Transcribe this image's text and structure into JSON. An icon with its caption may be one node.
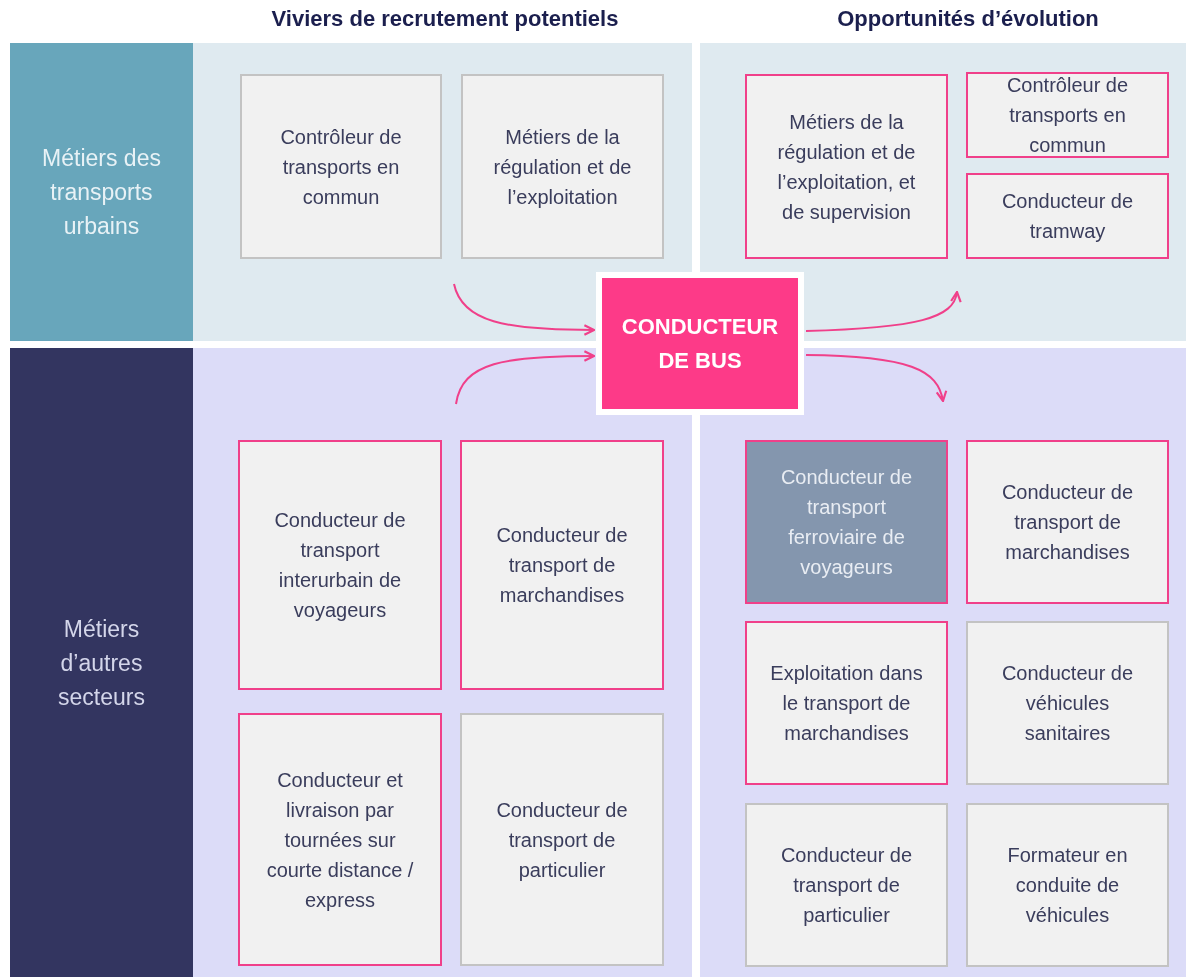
{
  "diagram": {
    "nodes": [
      {
        "text": [
          "Métiers des transports urbains"
        ]
      },
      {
        "text": [],
        "shape": "box"
      },
      {
        "text": [
          "Contrôleur de transports en commun"
        ],
        "in": 1
      },
      {
        "text": [
          "Métiers de la régulation et de l’exploitation"
        ],
        "in": 1
      },
      {
        "text": [],
        "shape": "box"
      },
      {
        "text": [
          "Métiers de la régulation et de l’exploitation, et de supervision"
        ],
        "in": 4
      },
      {
        "text": [
          "Contrôleur de transports en commun"
        ],
        "in": 4
      },
      {
        "text": [
          "Conducteur de tramway"
        ],
        "in": 4
      },
      {
        "text": [
          "CONDUCTEUR DE BUS"
        ]
      },
      {
        "text": [
          "Métiers d’autres secteurs"
        ]
      },
      {
        "text": [],
        "shape": "box"
      },
      {
        "text": [
          "Conducteur de transport interurbain de voyageurs"
        ],
        "in": 10
      },
      {
        "text": [
          "Conducteur de transport de marchandises"
        ],
        "in": 10
      },
      {
        "text": [
          "Conducteur et livraison par tournées sur courte distance / express"
        ],
        "in": 10
      },
      {
        "text": [
          "Conducteur de transport de particulier"
        ],
        "in": 10
      },
      {
        "text": [],
        "shape": "box"
      },
      {
        "text": [
          "Conducteur de transport ferroviaire de voyageurs"
        ],
        "in": 15
      },
      {
        "text": [
          "Conducteur de transport de marchandises"
        ],
        "in": 15
      },
      {
        "text": [
          "Exploitation dans le transport de marchandises"
        ],
        "in": 15
      },
      {
        "text": [
          "Conducteur de véhicules sanitaires"
        ],
        "in": 15
      },
      {
        "text": [
          "Conducteur de transport de particulier"
        ],
        "in": 15
      },
      {
        "text": [
          "Formateur en conduite de véhicules"
        ],
        "in": 15
      }
    ],
    "edges": [
      {
        "from": null,
        "to": 8,
        "arrow": "to"
      },
      {
        "from": null,
        "to": 8,
        "arrow": "to"
      },
      {
        "from": 8,
        "to": null,
        "arrow": "to"
      },
      {
        "from": 8,
        "to": null,
        "arrow": "to"
      }
    ],
    "labels": [
      "Viviers de recrutement potentiels",
      "Opportunités d’évolution"
    ]
  }
}
